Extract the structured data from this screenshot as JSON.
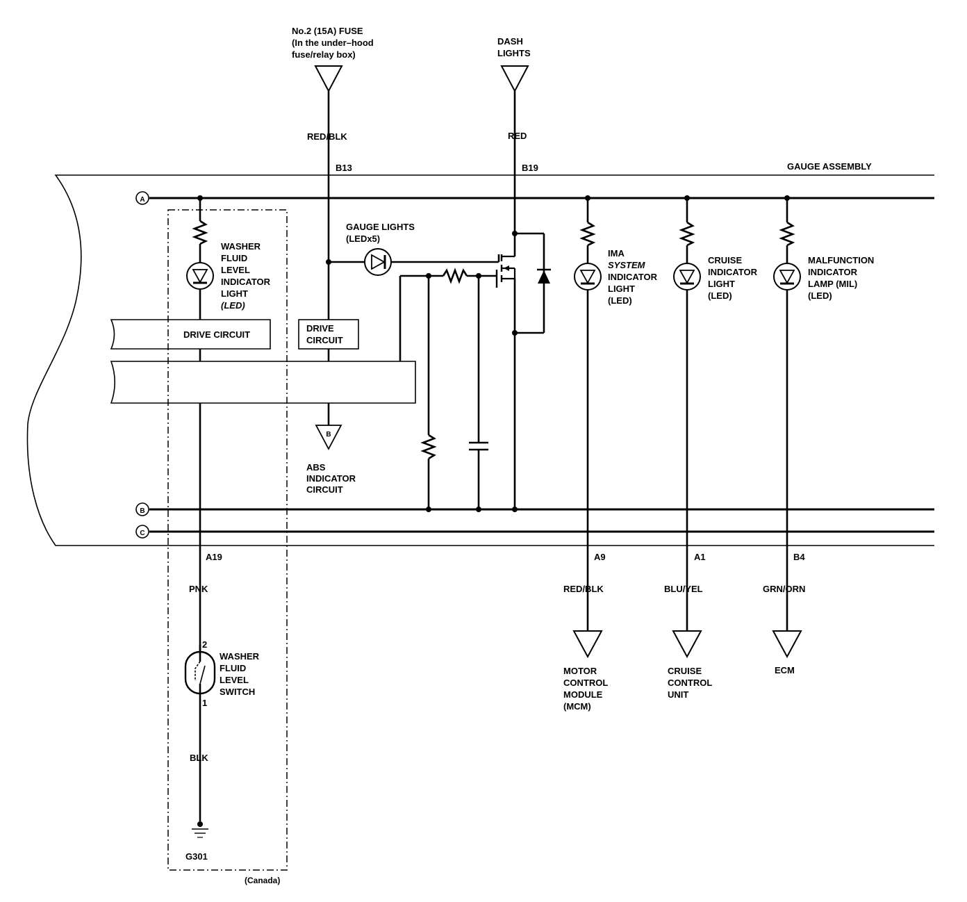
{
  "labels": {
    "fuse": [
      "No.2 (15A) FUSE",
      "(In the under–hood",
      "fuse/relay box)"
    ],
    "dash_lights": [
      "DASH",
      "LIGHTS"
    ],
    "red_blk_top": "RED/BLK",
    "red_top": "RED",
    "b13": "B13",
    "b19": "B19",
    "gauge_assembly": "GAUGE ASSEMBLY",
    "bus_a": "A",
    "bus_b": "B",
    "bus_c": "C",
    "gauge_lights": [
      "GAUGE LIGHTS",
      "(LEDx5)"
    ],
    "washer_light": [
      "WASHER",
      "FLUID",
      "LEVEL",
      "INDICATOR",
      "LIGHT",
      "(LED)"
    ],
    "ima_light": [
      "IMA",
      "SYSTEM",
      "INDICATOR",
      "LIGHT",
      "(LED)"
    ],
    "cruise_light": [
      "CRUISE",
      "INDICATOR",
      "LIGHT",
      "(LED)"
    ],
    "mil_light": [
      "MALFUNCTION",
      "INDICATOR",
      "LAMP (MIL)",
      "(LED)"
    ],
    "drive_circuit_left": "DRIVE CIRCUIT",
    "drive_circuit_mid": [
      "DRIVE",
      "CIRCUIT"
    ],
    "abs_symbol": "B",
    "abs_circuit": [
      "ABS",
      "INDICATOR",
      "CIRCUIT"
    ],
    "a19": "A19",
    "pnk": "PNK",
    "switch_pin2": "2",
    "switch_pin1": "1",
    "washer_switch": [
      "WASHER",
      "FLUID",
      "LEVEL",
      "SWITCH"
    ],
    "blk": "BLK",
    "g301": "G301",
    "canada": "(Canada)",
    "a9": "A9",
    "a1": "A1",
    "b4": "B4",
    "red_blk_bottom": "RED/BLK",
    "blu_yel": "BLU/YEL",
    "grn_orn": "GRN/ORN",
    "mcm": [
      "MOTOR",
      "CONTROL",
      "MODULE",
      "(MCM)"
    ],
    "cruise_unit": [
      "CRUISE",
      "CONTROL",
      "UNIT"
    ],
    "ecm": "ECM"
  }
}
